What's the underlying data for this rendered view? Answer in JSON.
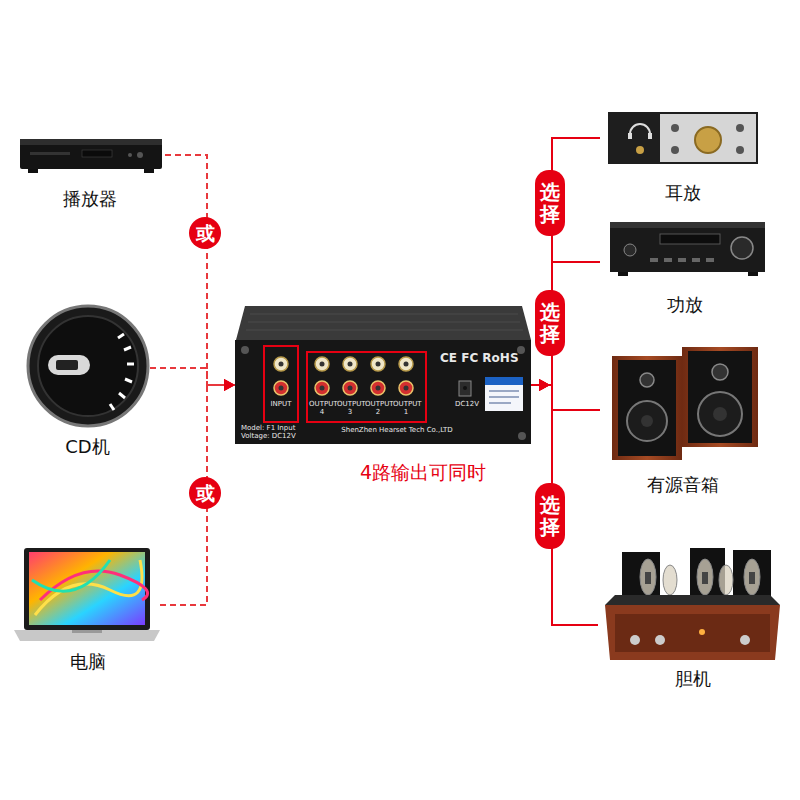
{
  "diagram": {
    "nodes": [
      {
        "text": [
          "播放器"
        ]
      },
      {
        "text": [
          "或"
        ]
      },
      {
        "text": [
          "CD机"
        ]
      },
      {
        "text": [
          "或"
        ]
      },
      {
        "text": [
          "电脑"
        ]
      },
      {
        "text": [
          "INPUT",
          "OUTPUT 4",
          "OUTPUT 3",
          "OUTPUT 2",
          "OUTPUT 1",
          "Model: F1 Input Voltage: DC12V",
          "ShenZhen Hearset Tech Co.,LTD",
          "CE FC RoHS",
          "DC12V"
        ]
      },
      {
        "text": [
          "耳放"
        ]
      },
      {
        "text": [
          "选择"
        ]
      },
      {
        "text": [
          "功放"
        ]
      },
      {
        "text": [
          "选择"
        ]
      },
      {
        "text": [
          "有源音箱"
        ]
      },
      {
        "text": [
          "选择"
        ]
      },
      {
        "text": [
          "胆机"
        ]
      }
    ],
    "edges": [
      {
        "from": 0,
        "to": 5,
        "arrow": "to"
      },
      {
        "from": 2,
        "to": 5,
        "arrow": "to"
      },
      {
        "from": 4,
        "to": 5,
        "arrow": "to"
      },
      {
        "from": 5,
        "to": 6,
        "arrow": "to"
      },
      {
        "from": 5,
        "to": 8,
        "arrow": "to"
      },
      {
        "from": 5,
        "to": 10,
        "arrow": "to"
      },
      {
        "from": 5,
        "to": 12,
        "arrow": "to"
      }
    ],
    "labels": [
      "4路输出可同时"
    ]
  }
}
